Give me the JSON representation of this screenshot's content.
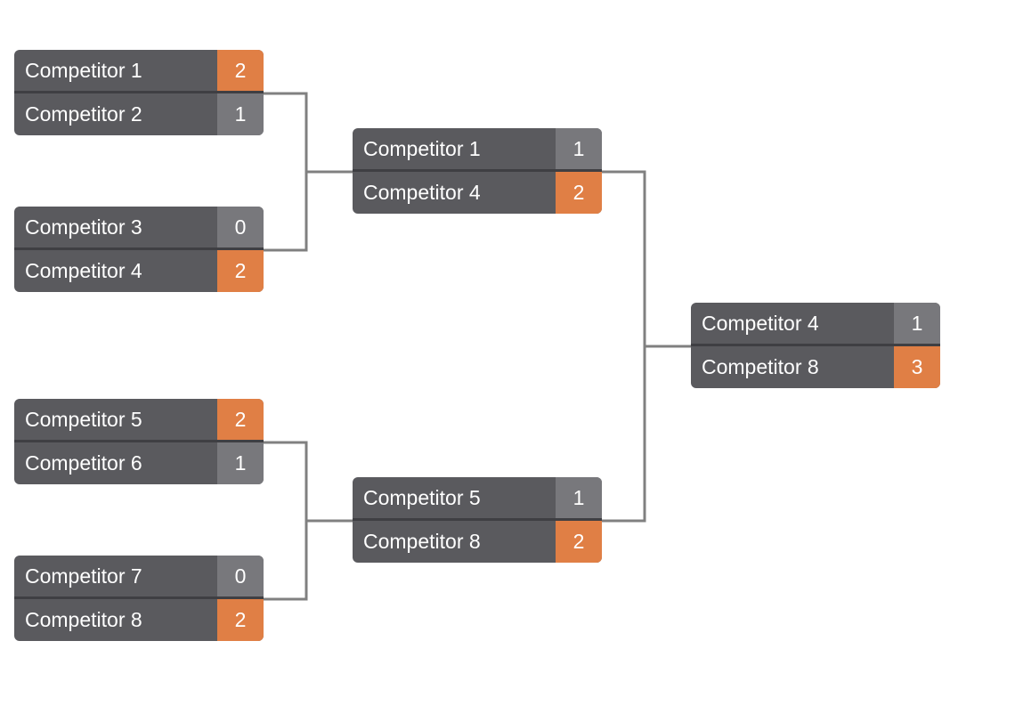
{
  "colors": {
    "card_bg": "#5a5a5e",
    "divider": "#3f3f43",
    "score_bg": "#78787c",
    "winner_score_bg": "#e07f45",
    "connector": "#808080",
    "text": "#ffffff"
  },
  "rounds": [
    {
      "matches": [
        {
          "competitors": [
            {
              "name": "Competitor 1",
              "score": "2",
              "winner": true
            },
            {
              "name": "Competitor 2",
              "score": "1",
              "winner": false
            }
          ]
        },
        {
          "competitors": [
            {
              "name": "Competitor 3",
              "score": "0",
              "winner": false
            },
            {
              "name": "Competitor 4",
              "score": "2",
              "winner": true
            }
          ]
        },
        {
          "competitors": [
            {
              "name": "Competitor 5",
              "score": "2",
              "winner": true
            },
            {
              "name": "Competitor 6",
              "score": "1",
              "winner": false
            }
          ]
        },
        {
          "competitors": [
            {
              "name": "Competitor 7",
              "score": "0",
              "winner": false
            },
            {
              "name": "Competitor 8",
              "score": "2",
              "winner": true
            }
          ]
        }
      ]
    },
    {
      "matches": [
        {
          "competitors": [
            {
              "name": "Competitor 1",
              "score": "1",
              "winner": false
            },
            {
              "name": "Competitor 4",
              "score": "2",
              "winner": true
            }
          ]
        },
        {
          "competitors": [
            {
              "name": "Competitor 5",
              "score": "1",
              "winner": false
            },
            {
              "name": "Competitor 8",
              "score": "2",
              "winner": true
            }
          ]
        }
      ]
    },
    {
      "matches": [
        {
          "competitors": [
            {
              "name": "Competitor 4",
              "score": "1",
              "winner": false
            },
            {
              "name": "Competitor 8",
              "score": "3",
              "winner": true
            }
          ]
        }
      ]
    }
  ]
}
